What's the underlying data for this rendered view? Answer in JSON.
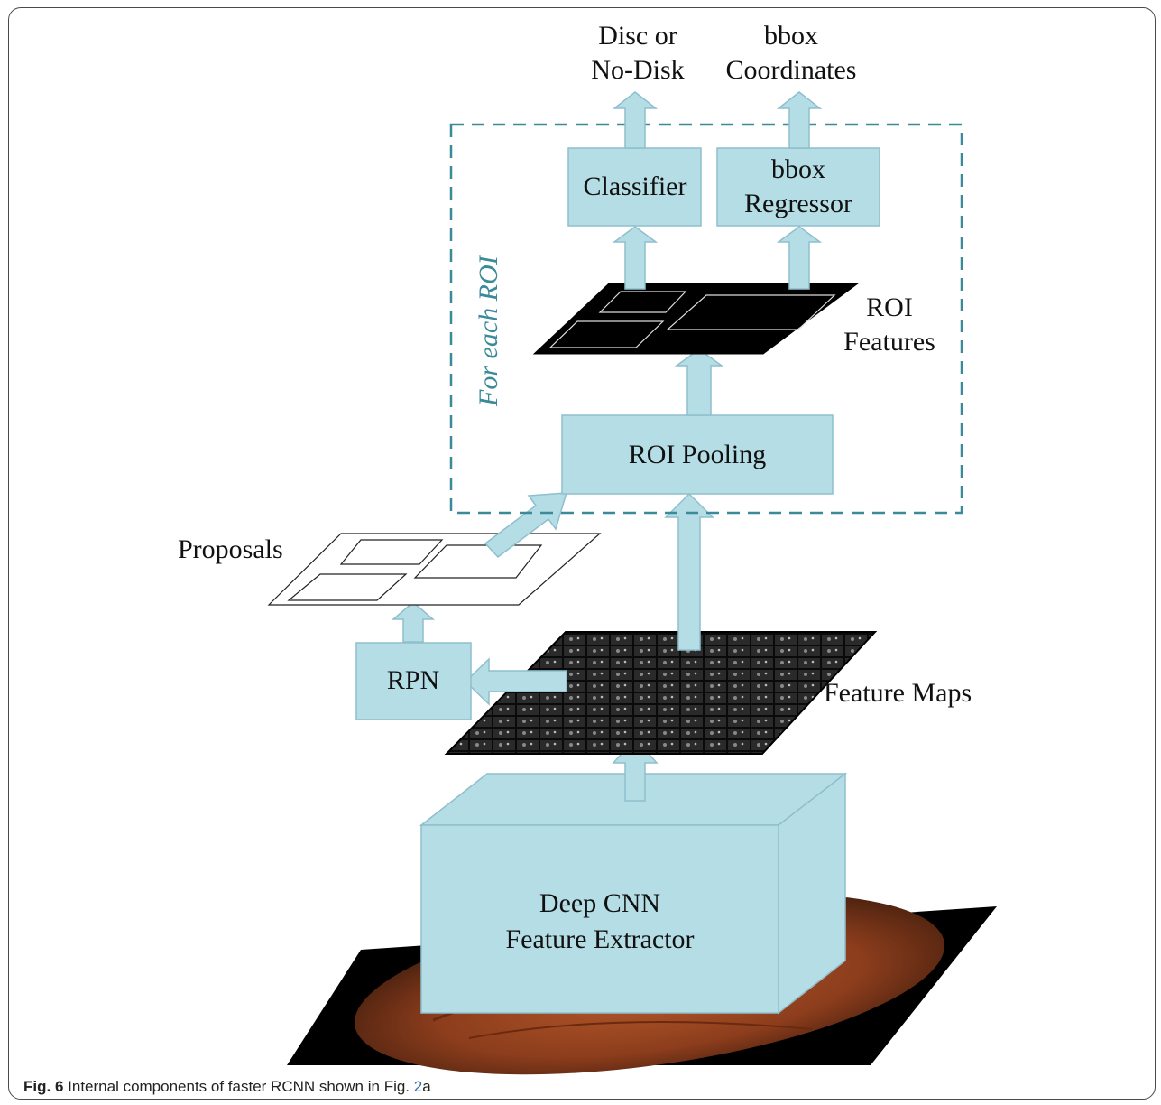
{
  "diagram": {
    "outputs": {
      "class_line1": "Disc or",
      "class_line2": "No-Disk",
      "bbox_line1": "bbox",
      "bbox_line2": "Coordinates"
    },
    "classifier_label": "Classifier",
    "regressor_line1": "bbox",
    "regressor_line2": "Regressor",
    "roi_features_line1": "ROI",
    "roi_features_line2": "Features",
    "for_each_roi": "For each ROI",
    "roi_pooling_label": "ROI Pooling",
    "proposals_label": "Proposals",
    "rpn_label": "RPN",
    "feature_maps_label": "Feature Maps",
    "cnn_line1": "Deep CNN",
    "cnn_line2": "Feature Extractor"
  },
  "caption": {
    "fig_label": "Fig. 6",
    "text": "Internal components of faster RCNN shown in Fig.",
    "ref_number": "2",
    "ref_suffix": "a"
  },
  "colors": {
    "box_fill": "#b4dde6",
    "box_stroke": "#8fbfcc",
    "dashed_border": "#3b8a99",
    "map_black": "#000000"
  }
}
